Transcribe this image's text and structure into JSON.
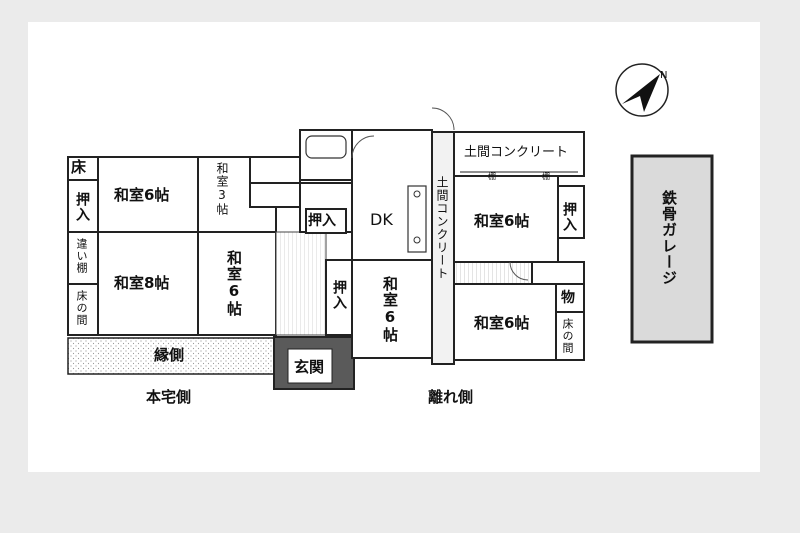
{
  "plan": {
    "rooms": {
      "tokonoma_top": "床",
      "washitsu6_main": "和室6帖",
      "washitsu3": "和室3帖",
      "oshiire_left": "押入",
      "chigaidana": "違い棚",
      "tokonoma_left": "床の間",
      "washitsu8": "和室8帖",
      "washitsu6_mid": "和室6帖",
      "engawa": "縁側",
      "genkan": "玄関",
      "oshiire_dk": "押入",
      "dk": "DK",
      "oshiire_mid": "押入",
      "washitsu6_center": "和室6帖",
      "doma_top": "土間コンクリート",
      "doma_side": "土間コンクリート",
      "washitsu6_east_top": "和室6帖",
      "oshiire_east": "押入",
      "washitsu6_east_bottom": "和室6帖",
      "mono": "物",
      "tokonoma_east": "床の間",
      "garage": "鉄骨ガレージ",
      "tana1": "棚",
      "tana2": "棚"
    },
    "captions": {
      "main_house": "本宅側",
      "annex": "離れ側"
    },
    "compass": "north-arrow-icon"
  }
}
